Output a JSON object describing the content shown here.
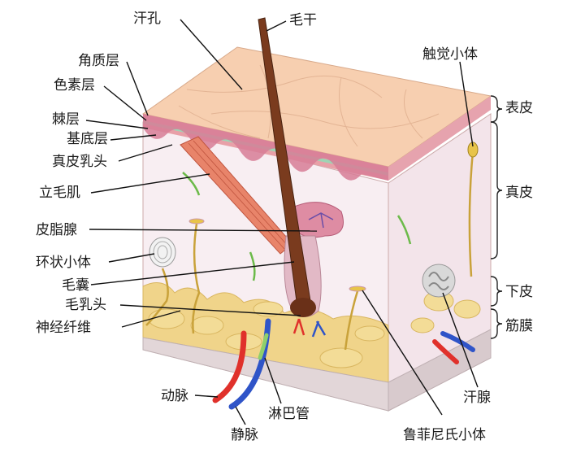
{
  "labels": {
    "sweat_pore": "汗孔",
    "hair_shaft": "毛干",
    "stratum_corneum": "角质层",
    "pigment_layer": "色素层",
    "stratum_spinosum": "棘层",
    "stratum_basale": "基底层",
    "dermal_papilla": "真皮乳头",
    "arrector_pili": "立毛肌",
    "sebaceous_gland": "皮脂腺",
    "pacinian_corpuscle": "环状小体",
    "hair_follicle": "毛囊",
    "hair_papilla": "毛乳头",
    "nerve_fiber": "神经纤维",
    "artery": "动脉",
    "vein": "静脉",
    "lymph_vessel": "淋巴管",
    "ruffini_corpuscle": "鲁菲尼氏小体",
    "sweat_gland": "汗腺",
    "meissner_corpuscle": "触觉小体"
  },
  "layers": {
    "epidermis": "表皮",
    "dermis": "真皮",
    "hypodermis": "下皮",
    "fascia": "筋膜"
  },
  "colors": {
    "epidermis_top": "#f7cfb0",
    "dermis": "#f6eaef",
    "fat": "#f0d48a",
    "hair": "#7a3b1e",
    "muscle": "#e8846a",
    "artery": "#e0312b",
    "vein": "#2f54c8",
    "nerve": "#c9a23a",
    "lymph": "#8fcf6a"
  }
}
